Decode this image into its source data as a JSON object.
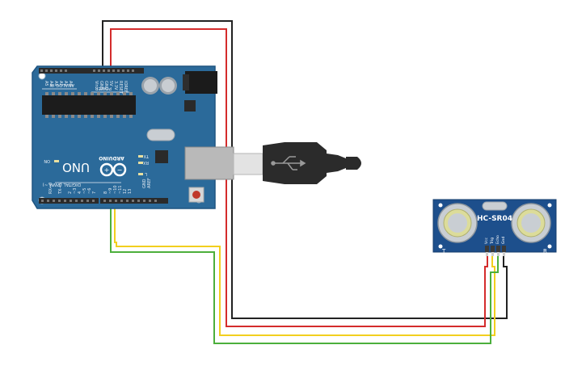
{
  "arduino": {
    "brand": "ARDUINO",
    "model": "UNO",
    "power_header": "POWER",
    "analog_header": "ANALOG IN",
    "digital_header": "DIGITAL (PWM ~)",
    "power_pins": [
      "IOREF",
      "RESET",
      "3.3V",
      "5V",
      "GND",
      "GND",
      "Vin"
    ],
    "analog_pins": [
      "A0",
      "A1",
      "A2",
      "A3",
      "A4",
      "A5"
    ],
    "digital_pins": [
      "AREF",
      "GND",
      "13",
      "12",
      "~11",
      "~10",
      "~9",
      "8",
      "7",
      "~6",
      "~5",
      "4",
      "~3",
      "2",
      "TX→1",
      "RX←0"
    ],
    "led_labels": {
      "on": "ON",
      "tx": "TX",
      "rx": "RX",
      "l": "L"
    }
  },
  "sensor": {
    "model": "HC-SR04",
    "pins": [
      "Vcc",
      "Trig",
      "Echo",
      "Gnd"
    ],
    "left_mark": "T",
    "right_mark": "R"
  },
  "colors": {
    "board": "#2b6a9a",
    "board_dark": "#1f5581",
    "sensor_board": "#1d4f8c",
    "wire_black": "#222222",
    "wire_red": "#d42c2c",
    "wire_yellow": "#f2cf1e",
    "wire_green": "#4caf3c",
    "usb_cable": "#2b2b2b"
  },
  "wires": [
    {
      "color": "red",
      "from": "5V",
      "to": "Vcc"
    },
    {
      "color": "yellow",
      "from": "~9",
      "to": "Trig"
    },
    {
      "color": "green",
      "from": "~10",
      "to": "Echo"
    },
    {
      "color": "black",
      "from": "GND",
      "to": "Gnd"
    }
  ]
}
